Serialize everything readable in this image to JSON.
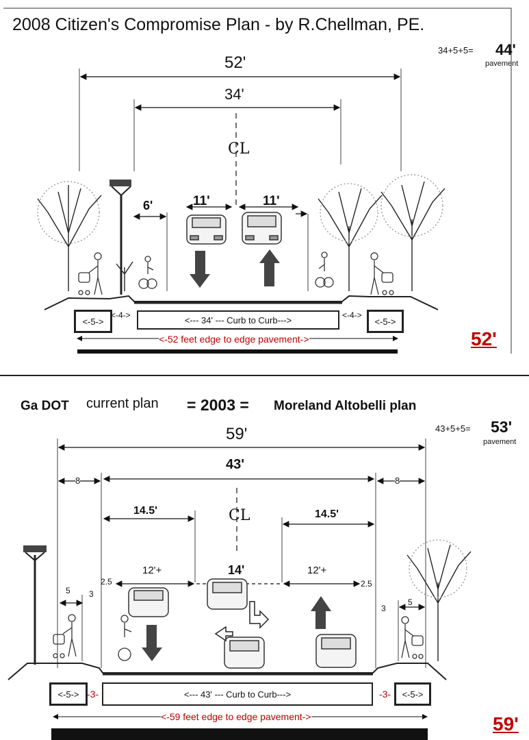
{
  "top": {
    "title": "2008 Citizen's Compromise Plan - by R.Chellman, PE.",
    "pavement_formula": "34+5+5=",
    "pavement_total": "44'",
    "pavement_label": "pavement",
    "dim_overall": "52'",
    "dim_curb": "34'",
    "centerline": "CL",
    "dim_bike": "6'",
    "dim_lane_left": "11'",
    "dim_lane_right": "11'",
    "sidewalk_left": "<-5->",
    "buffer_left": "<-4->",
    "curb_to_curb": "<--- 34'  --- Curb to Curb--->",
    "buffer_right": "<-4->",
    "sidewalk_right": "<-5->",
    "edge_to_edge": "<-52 feet edge to edge pavement->",
    "total_badge": "52'"
  },
  "bottom": {
    "title_a": "Ga DOT",
    "title_b": "current plan",
    "title_c": "= 2003 =",
    "title_d": "Moreland Altobelli plan",
    "pavement_formula": "43+5+5=",
    "pavement_total": "53'",
    "pavement_label": "pavement",
    "dim_overall": "59'",
    "dim_curb": "43'",
    "dim_side_left": "8",
    "dim_side_right": "8",
    "centerline": "CL",
    "dim_half_left": "14.5'",
    "dim_half_right": "14.5'",
    "dim_lane_left": "12'+",
    "dim_center": "14'",
    "dim_lane_right": "12'+",
    "dim_gutter_left": "2.5",
    "dim_gutter_right": "2.5",
    "dim_walk_left": "5",
    "dim_walk_right": "5",
    "dim_buf_left": "3",
    "dim_buf_right": "3",
    "sidewalk_left": "<-5->",
    "buffer_left": "-3-",
    "curb_to_curb": "<--- 43'  --- Curb to Curb--->",
    "buffer_right": "-3-",
    "sidewalk_right": "<-5->",
    "edge_to_edge": "<-59 feet edge to edge pavement->",
    "total_badge": "59'"
  },
  "colors": {
    "ink": "#111111",
    "accent_red": "#c00000"
  }
}
